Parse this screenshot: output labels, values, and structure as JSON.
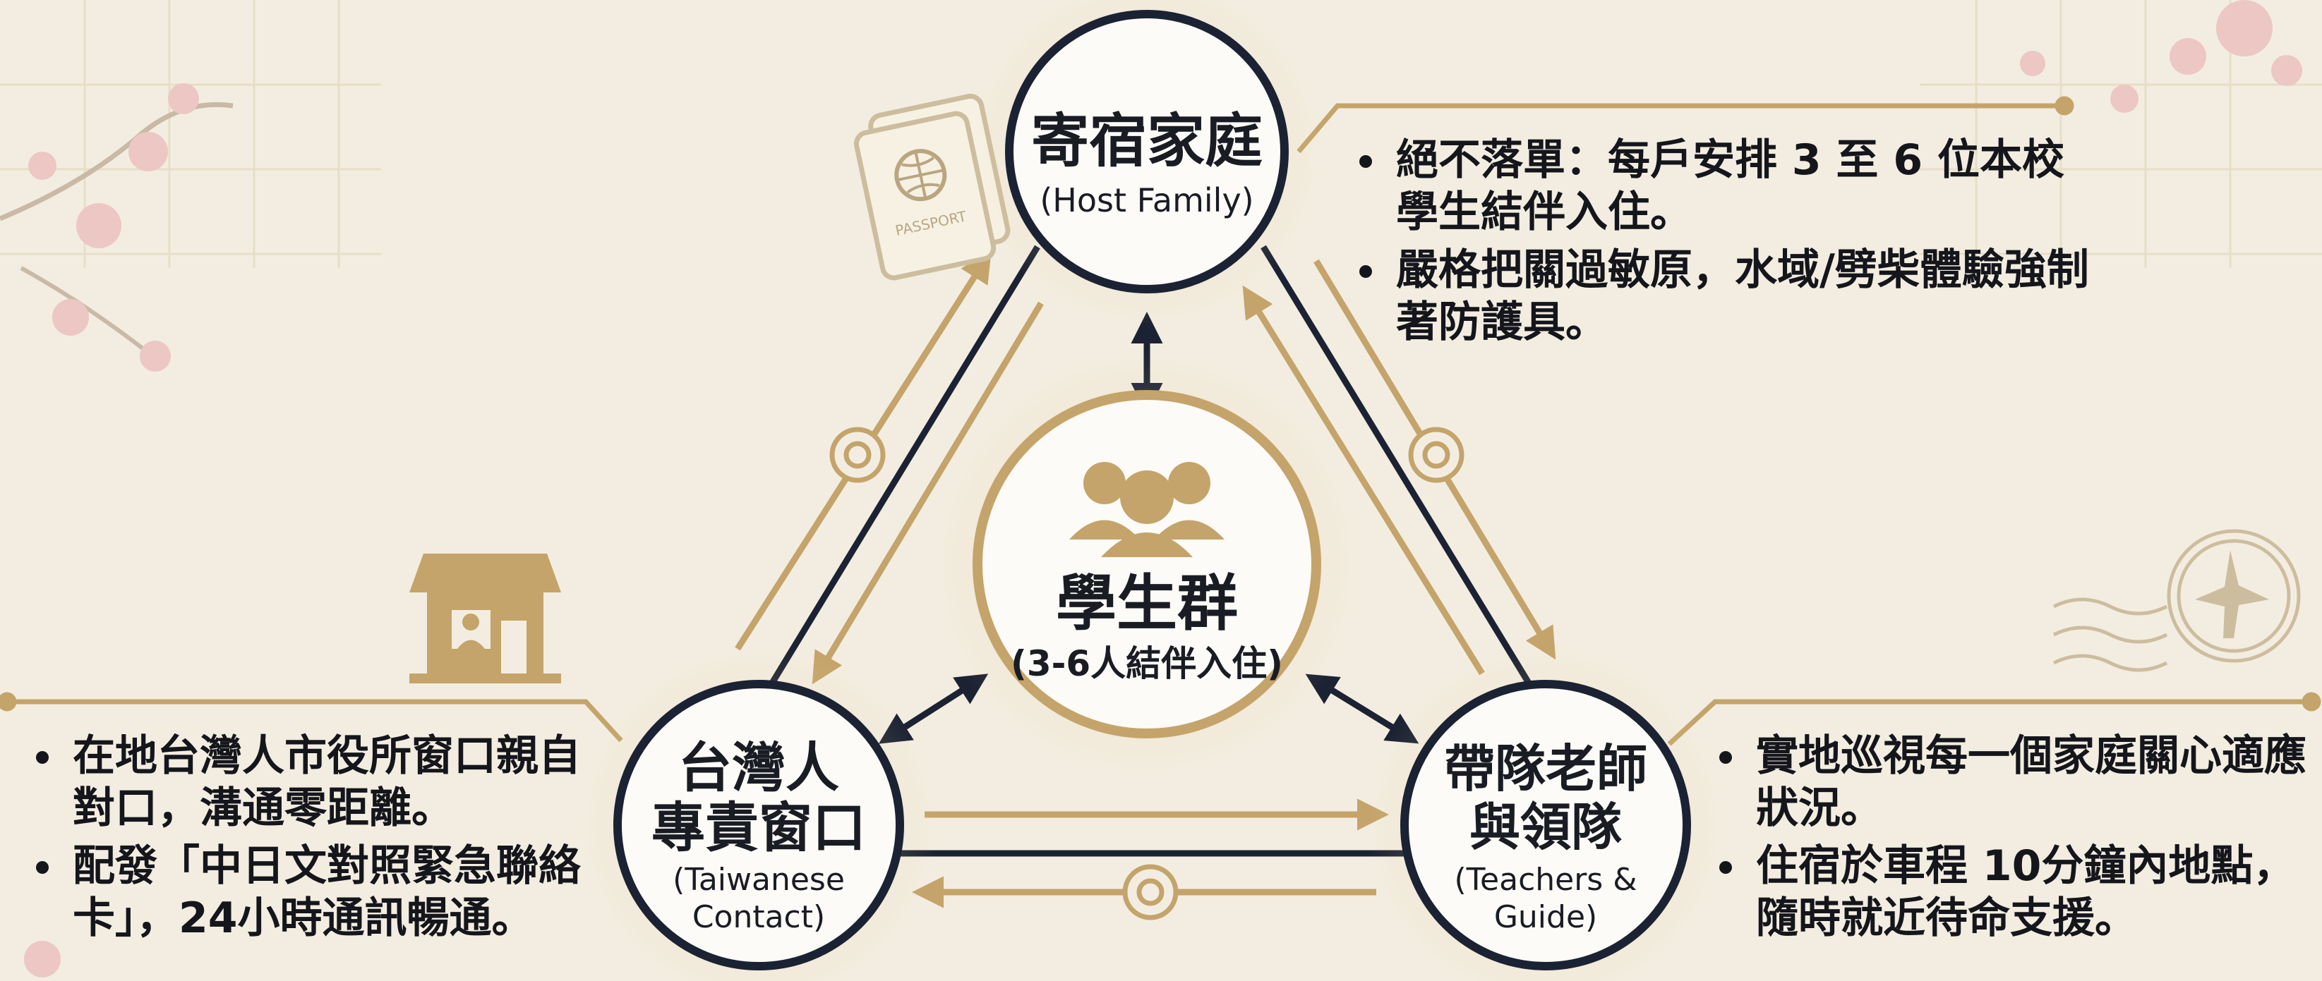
{
  "nodes": {
    "host": {
      "title": "寄宿家庭",
      "subtitle": "(Host Family)"
    },
    "center": {
      "title": "學生群",
      "subtitle": "(3-6人結伴入住)"
    },
    "taiwan": {
      "title_lines": [
        "台灣人",
        "專責窗口"
      ],
      "subtitle_lines": [
        "(Taiwanese",
        "Contact)"
      ]
    },
    "teachers": {
      "title_lines": [
        "帶隊老師",
        "與領隊"
      ],
      "subtitle_lines": [
        "(Teachers &",
        "Guide)"
      ]
    }
  },
  "host_notes": [
    "絕不落單：每戶安排 3 至 6 位本校學生結伴入住。",
    "嚴格把關過敏原，水域/劈柴體驗強制著防護具。"
  ],
  "taiwan_notes": [
    "在地台灣人市役所窗口親自對口，溝通零距離。",
    "配發「中日文對照緊急聯絡卡」，24小時通訊暢通。"
  ],
  "teacher_notes": [
    "實地巡視每一個家庭關心適應狀況。",
    "住宿於車程 10分鐘內地點，隨時就近待命支援。"
  ],
  "decor": {
    "passport_label": "PASSPORT",
    "icons": [
      "passport-icon",
      "house-icon",
      "airplane-stamp-icon",
      "lifebuoy-icon",
      "people-group-icon",
      "cherry-blossom-icon"
    ]
  },
  "colors": {
    "background": "#f3ede1",
    "gold": "#c4a46a",
    "navy": "#1b2233",
    "ink": "#15161c"
  }
}
